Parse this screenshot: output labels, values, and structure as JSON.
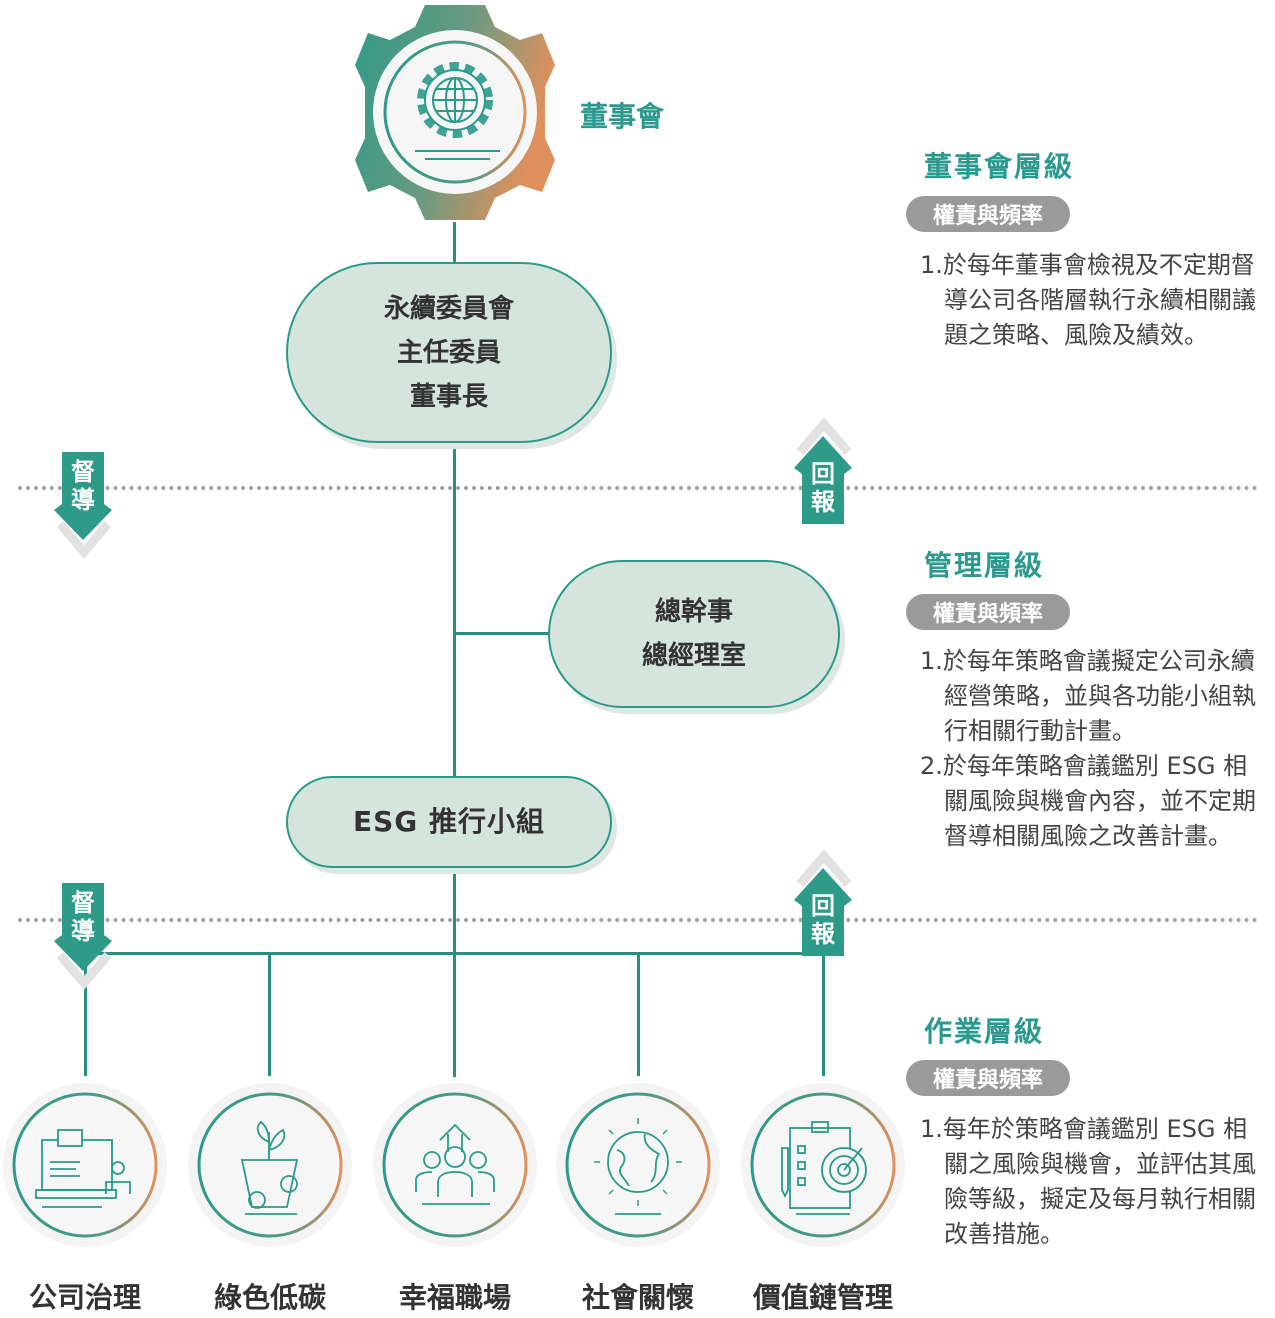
{
  "top_node": {
    "label": "董事會",
    "icon": "gear-globe-icon"
  },
  "committee": {
    "lines": [
      "永續委員會",
      "主任委員",
      "董事長"
    ]
  },
  "management": {
    "lines": [
      "總幹事",
      "總經理室"
    ]
  },
  "esg_group": {
    "label": "ESG 推行小組"
  },
  "arrows": {
    "down": [
      "督",
      "導"
    ],
    "up": [
      "回",
      "報"
    ]
  },
  "pillars": [
    {
      "label": "公司治理",
      "icon": "laptop-presenter-icon"
    },
    {
      "label": "綠色低碳",
      "icon": "plant-pot-icon"
    },
    {
      "label": "幸福職場",
      "icon": "team-growth-icon"
    },
    {
      "label": "社會關懷",
      "icon": "globe-people-icon"
    },
    {
      "label": "價值鏈管理",
      "icon": "clipboard-target-icon"
    }
  ],
  "levels": [
    {
      "title": "董事會層級",
      "badge": "權責與頻率",
      "items": [
        "1.於每年董事會檢視及不定期督導公司各階層執行永續相關議題之策略、風險及績效。"
      ]
    },
    {
      "title": "管理層級",
      "badge": "權責與頻率",
      "items": [
        "1.於每年策略會議擬定公司永續經營策略，並與各功能小組執行相關行動計畫。",
        "2.於每年策略會議鑑別 ESG 相關風險與機會內容，並不定期督導相關風險之改善計畫。"
      ]
    },
    {
      "title": "作業層級",
      "badge": "權責與頻率",
      "items": [
        "1.每年於策略會議鑑別 ESG 相關之風險與機會，並評估其風險等級，擬定及每月執行相關改善措施。"
      ]
    }
  ],
  "colors": {
    "teal": "#2a9a8a",
    "orange": "#d8905f",
    "pill": "#d5e5de",
    "badge": "#9a9a9a"
  }
}
